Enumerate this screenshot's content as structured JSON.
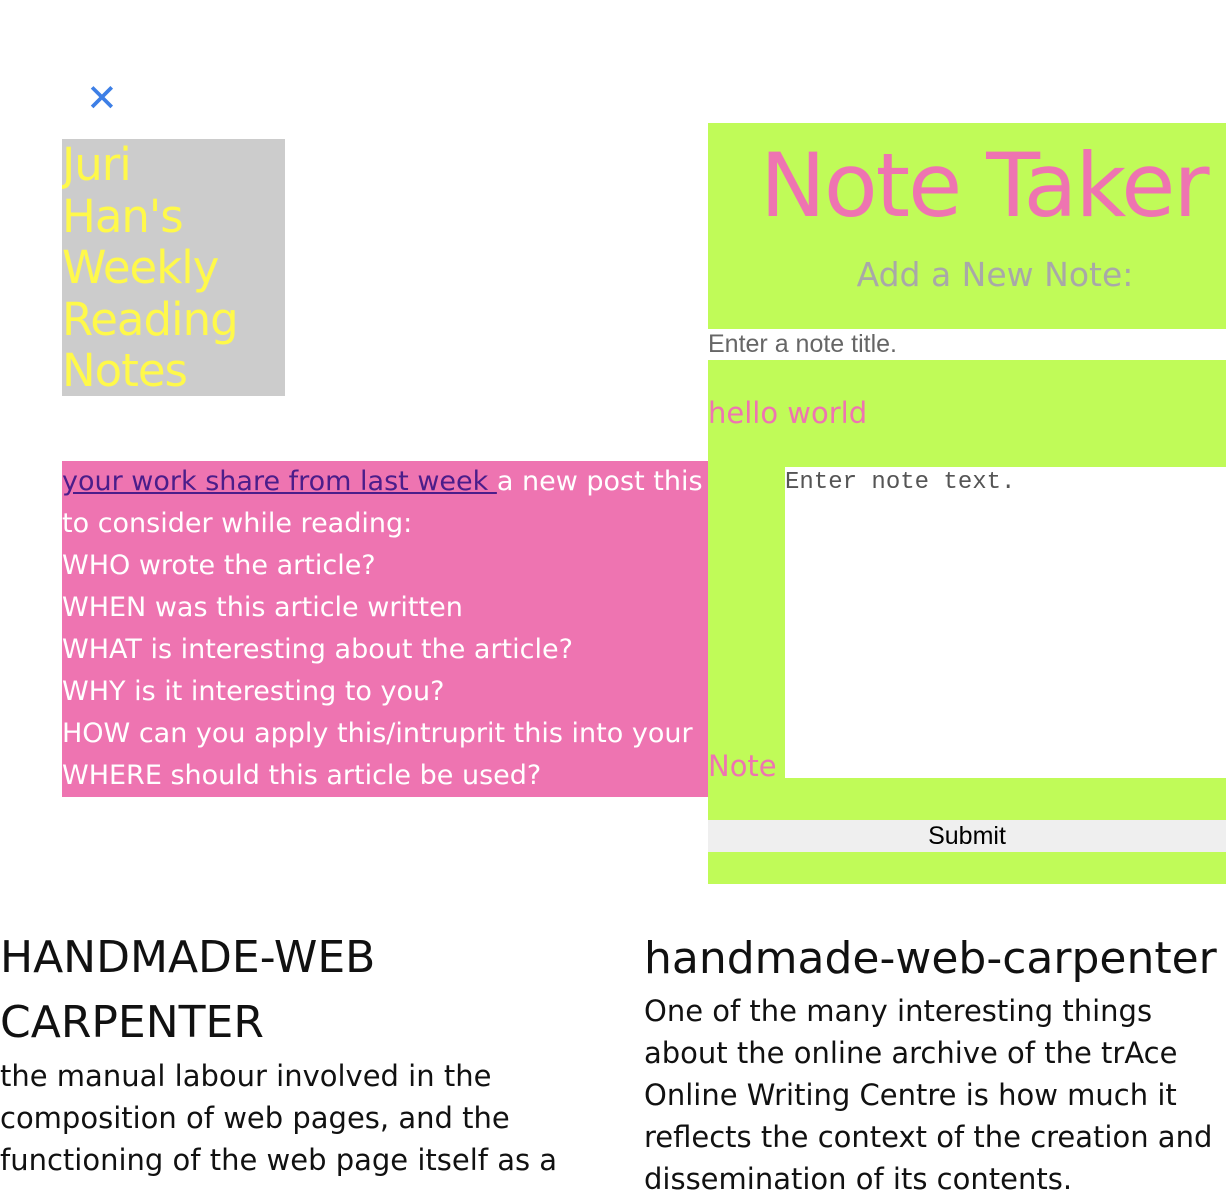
{
  "close_icon": "close-icon",
  "accent_colors": {
    "close": "#3d7fe6",
    "title_bg": "#cccccc",
    "title_text": "#fff94a",
    "prompt_bg": "#ee74b1",
    "link": "#4b1d8a",
    "panel_bg": "#c0fb58"
  },
  "site_title": {
    "lines": [
      "Juri",
      "Han's",
      "Weekly",
      "Reading",
      "Notes"
    ]
  },
  "prompt": {
    "link_text": "your work share from last week ",
    "after_link": "a new post this",
    "questions": [
      "to consider while reading:",
      "WHO wrote the article?",
      "WHEN was this article written",
      "WHAT is interesting about the article?",
      "WHY is it interesting to you?",
      "HOW can you apply this/intruprit this into your",
      "WHERE should this article be used?"
    ]
  },
  "note_taker": {
    "title": "Note Taker",
    "subtitle": "Add a New Note:",
    "title_placeholder": "Enter a note title.",
    "preview_text": "hello world",
    "note_label": "Note",
    "text_placeholder": "Enter note text.",
    "submit_label": "Submit"
  },
  "articles": [
    {
      "heading": "HANDMADE-WEB CARPENTER",
      "body": "the manual labour involved in the composition of web pages, and the functioning of the web page itself as a"
    },
    {
      "heading": "handmade-web-carpenter",
      "body": "One of the many interesting things about the online archive of the trAce Online Writing Centre is how much it reflects the context of the creation and dissemination of its contents."
    }
  ]
}
